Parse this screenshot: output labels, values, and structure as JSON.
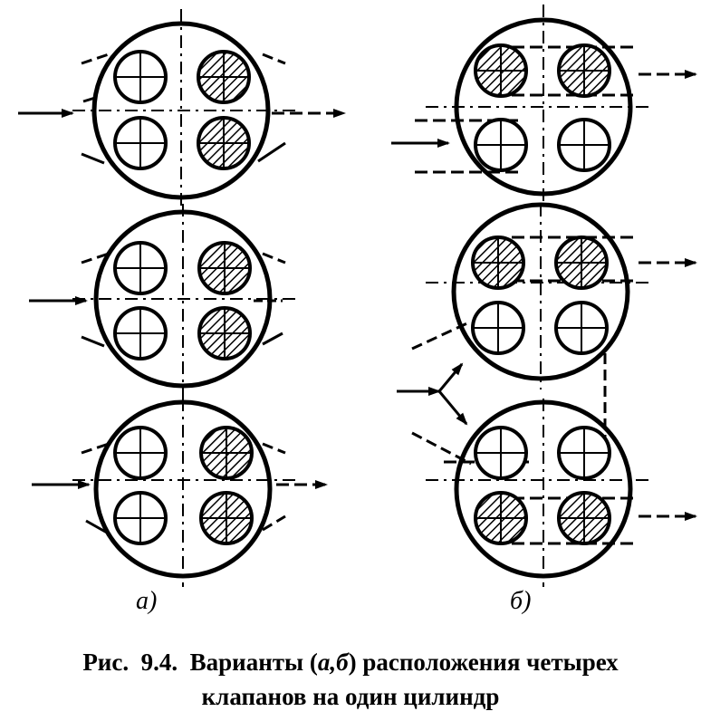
{
  "labels": {
    "a": "а)",
    "b": "б)"
  },
  "caption": {
    "prefix": "Рис.",
    "number": "9.4.",
    "line1_part1": "Варианты (",
    "line1_italic": "а,б",
    "line1_part2": ") расположения четырех",
    "line2": "клапанов на один цилиндр"
  },
  "valve_hatch": "diagonal-hatch"
}
